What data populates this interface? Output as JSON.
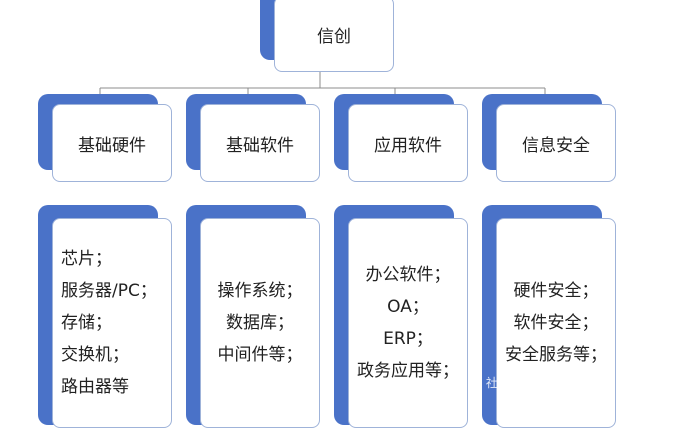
{
  "root": {
    "label": "信创"
  },
  "categories": [
    {
      "label": "基础硬件",
      "items": [
        "芯片；",
        "服务器/PC；",
        "存储；",
        "交换机；",
        "路由器等"
      ]
    },
    {
      "label": "基础软件",
      "items": [
        "操作系统；",
        "数据库；",
        "中间件等；"
      ]
    },
    {
      "label": "应用软件",
      "items": [
        "办公软件；",
        "OA；",
        "ERP；",
        "政务应用等；"
      ]
    },
    {
      "label": "信息安全",
      "items": [
        "硬件安全；",
        "软件安全；",
        "安全服务等；"
      ]
    }
  ],
  "colors": {
    "accent": "#4a72c8",
    "card_border": "#9fb3d9",
    "line": "#8c8c8c"
  },
  "watermark": "创 社区 @正版化"
}
